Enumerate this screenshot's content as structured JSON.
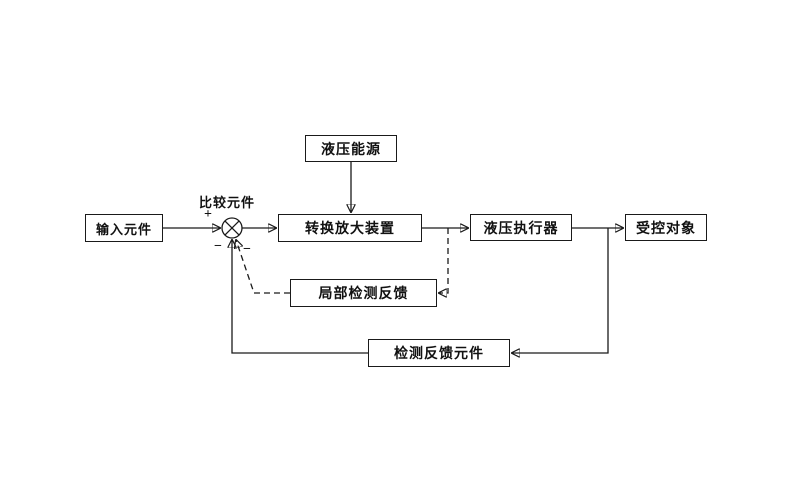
{
  "diagram": {
    "comparator_label": "比较元件",
    "blocks": {
      "input": {
        "label": "输入元件"
      },
      "power": {
        "label": "液压能源"
      },
      "amplifier": {
        "label": "转换放大装置"
      },
      "actuator": {
        "label": "液压执行器"
      },
      "controlled": {
        "label": "受控对象"
      },
      "local_feedback": {
        "label": "局部检测反馈"
      },
      "feedback": {
        "label": "检测反馈元件"
      }
    },
    "signs": {
      "plus": "+",
      "minus_main": "−",
      "minus_local": "−"
    },
    "colors": {
      "line": "#1a1a1a",
      "background": "#ffffff",
      "text": "#111111"
    }
  }
}
